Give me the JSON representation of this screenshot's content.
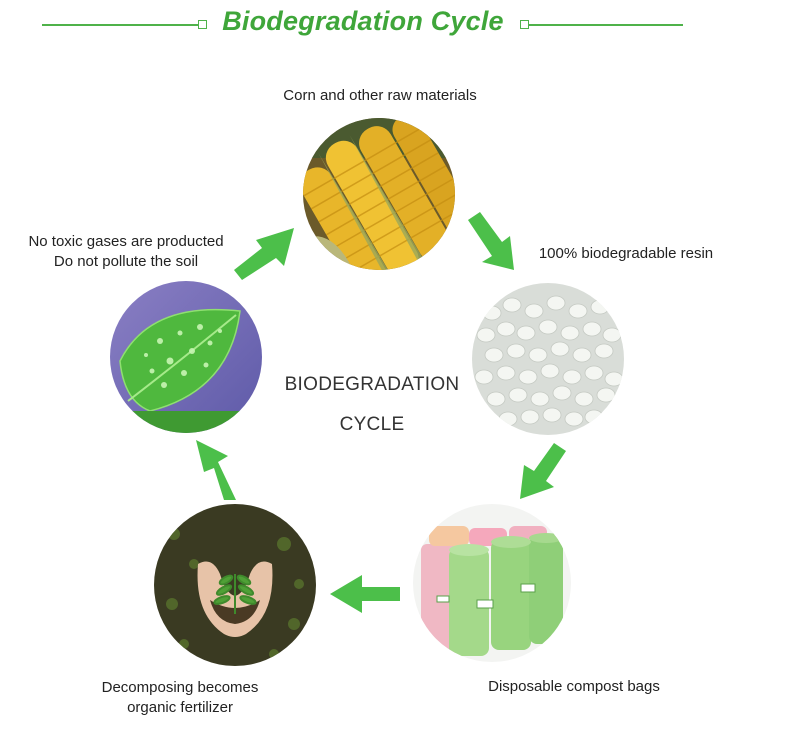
{
  "title": "Biodegradation Cycle",
  "center": {
    "line1": "BIODEGRADATION",
    "line2": "CYCLE"
  },
  "stages": {
    "corn": "Corn and other raw materials",
    "resin": "100% biodegradable resin",
    "bags": "Disposable compost bags",
    "fertilizer": {
      "line1": "Decomposing becomes",
      "line2": "organic fertilizer"
    },
    "leaf": {
      "line1": "No toxic gases are producted",
      "line2": "Do not pollute the soil"
    }
  },
  "colors": {
    "accent_green": "#3fa63a",
    "arrow_green": "#4cbf4a"
  }
}
